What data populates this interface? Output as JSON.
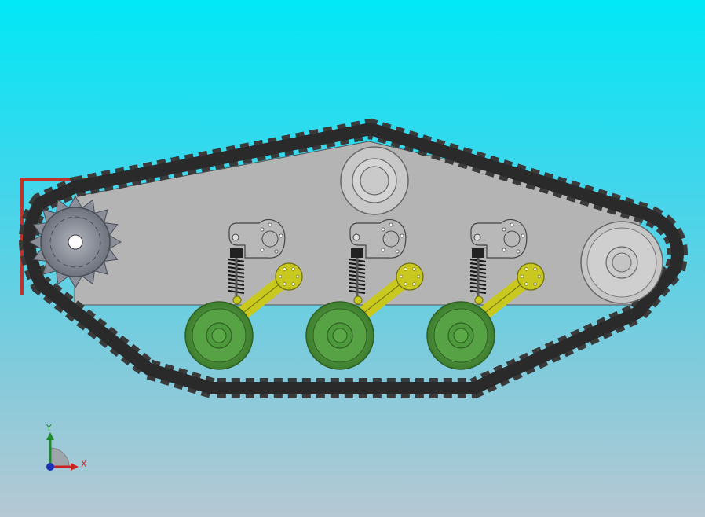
{
  "colors": {
    "background_top": "#00e8f6",
    "background_bottom": "#b6c8d3",
    "track": "#2e2e2e",
    "track_link": "#3a3a3a",
    "hull": "#b4b4b4",
    "frame": "#c0332b",
    "road_wheel": "#4f9a3c",
    "swing_arm": "#c8c81e",
    "spring": "#202020",
    "sprocket": "#8a8e98",
    "idler": "#cfcfcf"
  },
  "icons": {
    "drive_sprocket": "sprocket-gear",
    "idler_wheel": "idler-wheel",
    "road_wheel": "road-wheel",
    "spring": "coil-spring",
    "axis_triad": "xyz-triad"
  },
  "triad": {
    "x_label": "X",
    "y_label": "Y"
  }
}
